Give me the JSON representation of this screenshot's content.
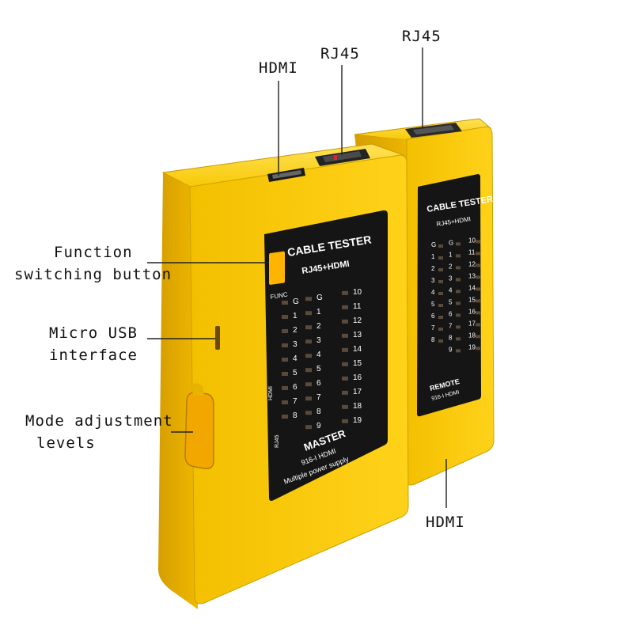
{
  "callouts": {
    "hdmi_top": "HDMI",
    "rj45_master": "RJ45",
    "rj45_remote": "RJ45",
    "func_line1": "Function",
    "func_line2": "switching button",
    "usb_line1": "Micro USB",
    "usb_line2": "interface",
    "mode_line1": "Mode adjustment",
    "mode_line2": "levels",
    "hdmi_bottom": "HDMI"
  },
  "master_unit": {
    "title": "CABLE TESTER",
    "subtitle": "RJ45+HDMI",
    "func_label": "FUNC",
    "col_left": [
      "G",
      "1",
      "2",
      "3",
      "4",
      "5",
      "6",
      "7",
      "8"
    ],
    "col_mid": [
      "G",
      "1",
      "2",
      "3",
      "4",
      "5",
      "6",
      "7",
      "8",
      "9"
    ],
    "col_right": [
      "10",
      "11",
      "12",
      "13",
      "14",
      "15",
      "16",
      "17",
      "18",
      "19"
    ],
    "side_labels": [
      "HDMI",
      "RJ45"
    ],
    "footer_name": "MASTER",
    "footer_model": "916-I HDMI",
    "footer_note": "Multiple power supply"
  },
  "remote_unit": {
    "title": "CABLE TESTER",
    "subtitle": "RJ45+HDMI",
    "col_left": [
      "G",
      "1",
      "2",
      "3",
      "4",
      "5",
      "6",
      "7",
      "8"
    ],
    "col_mid": [
      "G",
      "1",
      "2",
      "3",
      "4",
      "5",
      "6",
      "7",
      "8",
      "9"
    ],
    "col_right": [
      "10",
      "11",
      "12",
      "13",
      "14",
      "15",
      "16",
      "17",
      "18",
      "19"
    ],
    "footer_name": "REMOTE",
    "footer_model": "916-I HDMI"
  },
  "colors": {
    "housing_yellow": "#f5c400",
    "housing_shadow": "#d9a300",
    "panel_black": "#151515",
    "func_button": "#ffb400",
    "callout_line": "#222222"
  }
}
